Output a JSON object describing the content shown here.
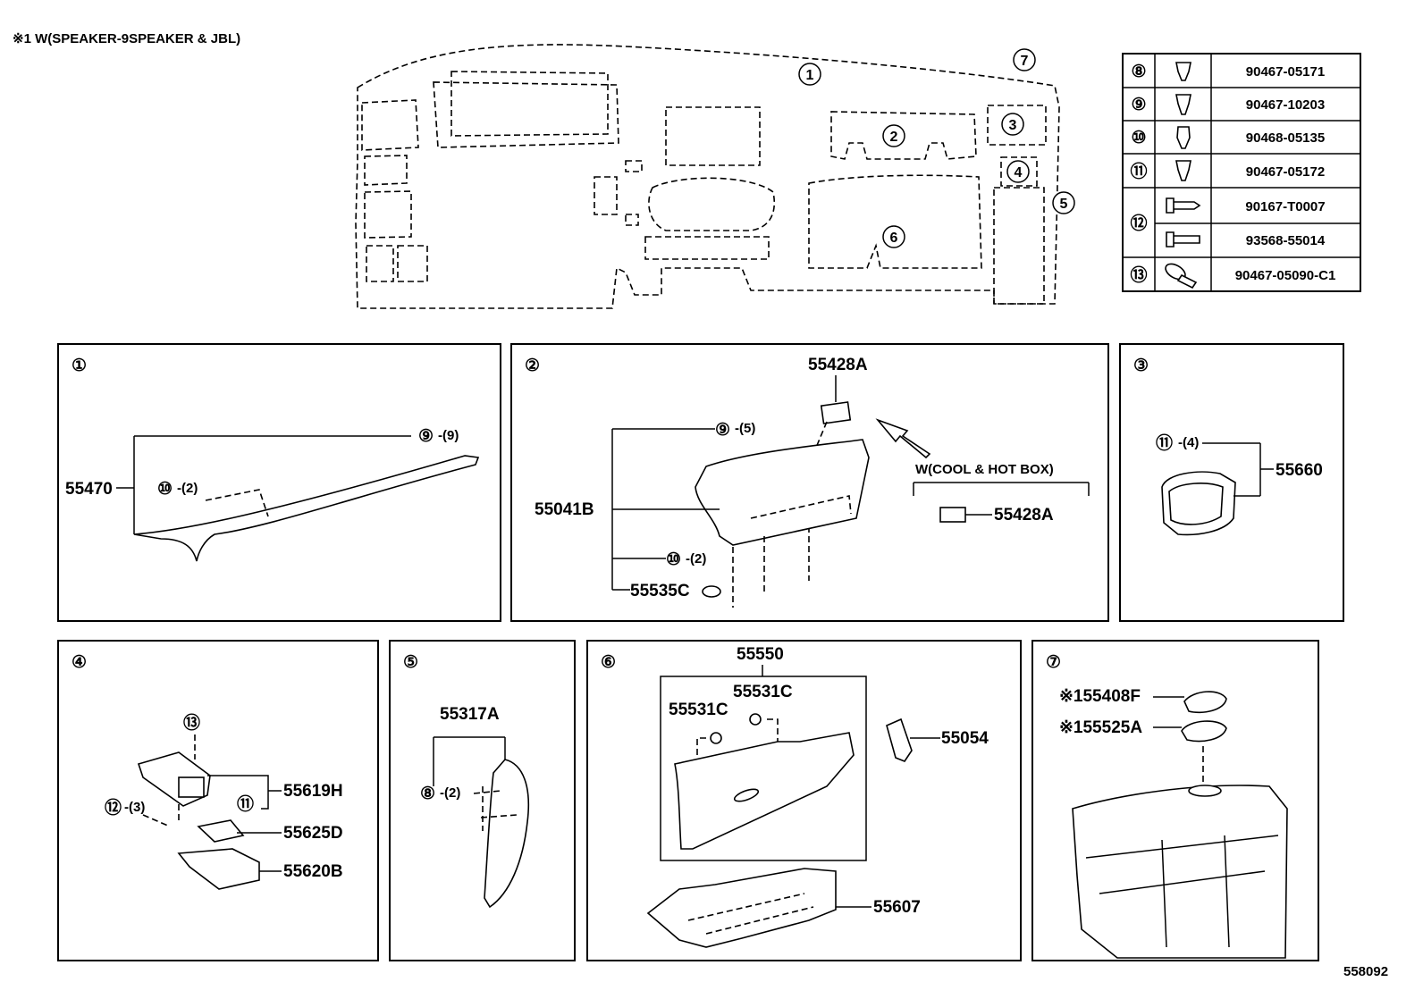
{
  "note": "※1 W(SPEAKER-9SPEAKER & JBL)",
  "diagram_id": "558092",
  "overview_callouts": [
    "①",
    "②",
    "③",
    "④",
    "⑤",
    "⑥",
    "⑦"
  ],
  "fastener_table": [
    {
      "ref": "⑧",
      "part": "90467-05171"
    },
    {
      "ref": "⑨",
      "part": "90467-10203"
    },
    {
      "ref": "⑩",
      "part": "90468-05135"
    },
    {
      "ref": "⑪",
      "part": "90467-05172"
    },
    {
      "ref": "⑫",
      "part": "90167-T0007"
    },
    {
      "ref": "",
      "part": "93568-55014"
    },
    {
      "ref": "⑬",
      "part": "90467-05090-C1"
    }
  ],
  "panel1": {
    "num": "①",
    "part": "55470",
    "q9": "⑨",
    "q9n": "-(9)",
    "q10": "⑩",
    "q10n": "-(2)"
  },
  "panel2": {
    "num": "②",
    "top": "55428A",
    "q9": "⑨",
    "q9n": "-(5)",
    "main": "55041B",
    "q10": "⑩",
    "q10n": "-(2)",
    "clip": "55535C",
    "cond": "W(COOL & HOT BOX)",
    "alt": "55428A"
  },
  "panel3": {
    "num": "③",
    "q11": "⑪",
    "q11n": "-(4)",
    "part": "55660"
  },
  "panel4": {
    "num": "④",
    "q13": "⑬",
    "q12": "⑫",
    "q12n": "-(3)",
    "q11": "⑪",
    "p1": "55619H",
    "p2": "55625D",
    "p3": "55620B"
  },
  "panel5": {
    "num": "⑤",
    "part": "55317A",
    "q8": "⑧",
    "q8n": "-(2)"
  },
  "panel6": {
    "num": "⑥",
    "assy": "55550",
    "c1": "55531C",
    "c2": "55531C",
    "side": "55054",
    "bottom": "55607"
  },
  "panel7": {
    "num": "⑦",
    "p1": "※155408F",
    "p2": "※155525A"
  }
}
